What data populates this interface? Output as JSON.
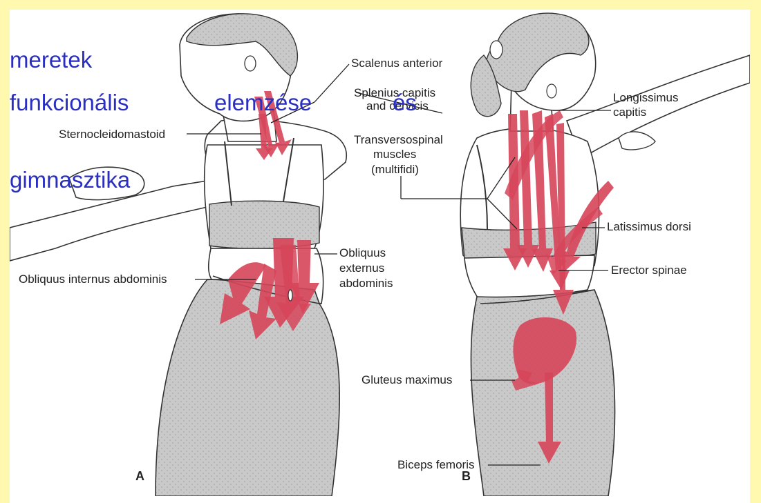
{
  "slide": {
    "background_band_color": "#fff9b0",
    "text_color": "#2a2fbf",
    "line1": "meretek",
    "line2_a": "funkcionális",
    "line2_b": "elemzése",
    "line2_c": "és",
    "line3": "gimnasztika"
  },
  "figure": {
    "arrow_color": "#d6455a",
    "body_fill": "#c9c9c9",
    "panel_a": "A",
    "panel_b": "B",
    "labels_a": {
      "scalenus_anterior": "Scalenus anterior",
      "splenius_1": "Splenius capitis",
      "splenius_2": "and cervicis",
      "sternocleidomastoid": "Sternocleidomastoid",
      "transverso_1": "Transversospinal",
      "transverso_2": "muscles",
      "transverso_3": "(multifidi)",
      "obliquus_ext_1": "Obliquus",
      "obliquus_ext_2": "externus",
      "obliquus_ext_3": "abdominis",
      "obliquus_int": "Obliquus internus abdominis"
    },
    "labels_b": {
      "longissimus_1": "Longissimus",
      "longissimus_2": "capitis",
      "latissimus": "Latissimus dorsi",
      "erector": "Erector spinae",
      "gluteus": "Gluteus maximus",
      "biceps": "Biceps femoris"
    }
  }
}
